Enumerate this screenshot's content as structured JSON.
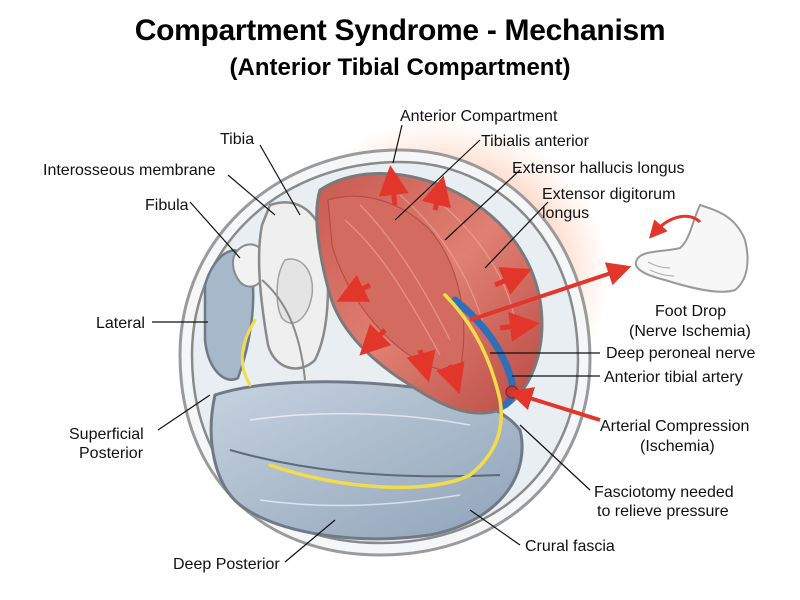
{
  "title": {
    "line1": "Compartment Syndrome - Mechanism",
    "line2": "(Anterior Tibial Compartment)"
  },
  "labels": {
    "anterior_compartment": "Anterior Compartment",
    "tibialis_anterior": "Tibialis anterior",
    "tibia": "Tibia",
    "interosseous_membrane": "Interosseous membrane",
    "extensor_hallucis_longus": "Extensor hallucis longus",
    "extensor_digitorum_line1": "Extensor digitorum",
    "extensor_digitorum_line2": "longus",
    "fibula": "Fibula",
    "foot_drop_line1": "Foot Drop",
    "foot_drop_line2": "(Nerve Ischemia)",
    "lateral": "Lateral",
    "deep_peroneal_nerve": "Deep peroneal nerve",
    "anterior_tibial_artery": "Anterior tibial artery",
    "arterial_compression_line1": "Arterial Compression",
    "arterial_compression_line2": "(Ischemia)",
    "superficial_posterior_line1": "Superficial",
    "superficial_posterior_line2": "Posterior",
    "fasciotomy_line1": "Fasciotomy needed",
    "fasciotomy_line2": "to relieve pressure",
    "crural_fascia": "Crural fascia",
    "deep_posterior": "Deep Posterior"
  },
  "colors": {
    "muscle": "#d9695f",
    "muscle_dark": "#a8403a",
    "pressure_glow": "#ff6a3a",
    "pressure_arrow": "#e2362b",
    "nerve": "#f2dc4a",
    "artery": "#2f6fb8",
    "posterior_muscle": "#a9b9cc",
    "bone": "#eeeeee",
    "fascia": "#7a7a7a"
  }
}
